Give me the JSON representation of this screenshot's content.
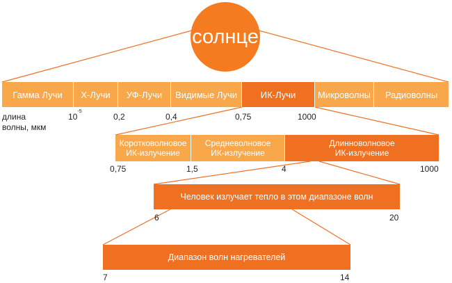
{
  "sun": {
    "label": "солнце",
    "color": "#F47B20"
  },
  "colors": {
    "light": "#F8A84A",
    "dark": "#F07022",
    "line": "#F07022"
  },
  "spectrum": {
    "bands": [
      {
        "label": "Гамма Лучи"
      },
      {
        "label": "Х-Лучи"
      },
      {
        "label": "УФ-Лучи"
      },
      {
        "label": "Видимые Лучи"
      },
      {
        "label": "ИК-Лучи"
      },
      {
        "label": "Микроволны"
      },
      {
        "label": "Радиоволны"
      }
    ],
    "axis_title_line1": "длина",
    "axis_title_line2": "волны, мкм",
    "ticks": {
      "xray_base": "10",
      "xray_exp": "-5",
      "uv": "0,2",
      "visible": "0,4",
      "ir_start": "0,75",
      "ir_end": "1000"
    }
  },
  "ir": {
    "bands": [
      {
        "line1": "Коротковолновое",
        "line2": "ИК-излучение"
      },
      {
        "line1": "Средневолновое",
        "line2": "ИК-излучение"
      },
      {
        "line1": "Длинноволновое",
        "line2": "ИК-излучение"
      }
    ],
    "ticks": [
      "0,75",
      "1,5",
      "4",
      "1000"
    ]
  },
  "human": {
    "label": "Человек излучает тепло в этом диапазоне волн",
    "ticks": [
      "6",
      "20"
    ]
  },
  "heaters": {
    "label": "Диапазон волн нагревателей",
    "ticks": [
      "7",
      "14"
    ]
  }
}
